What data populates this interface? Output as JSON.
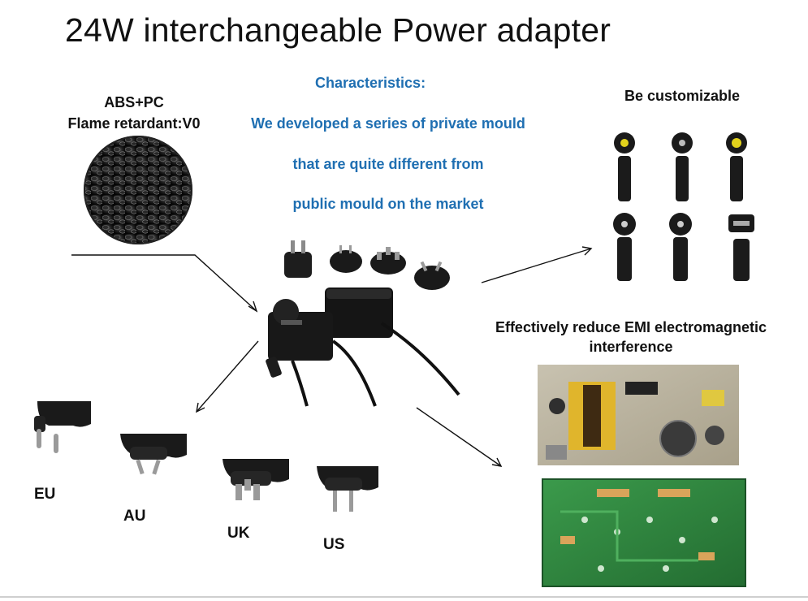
{
  "title": "24W interchangeable Power adapter",
  "material": {
    "line1": "ABS+PC",
    "line2": "Flame retardant:V0"
  },
  "characteristics": {
    "heading": "Characteristics:",
    "lines": [
      "We developed a series of private mould",
      "that are quite different from",
      "public mould on the market"
    ]
  },
  "customizable": "Be customizable",
  "emi": {
    "line1": "Effectively reduce EMI electromagnetic",
    "line2": "interference"
  },
  "plugs": [
    "EU",
    "AU",
    "UK",
    "US"
  ],
  "colors": {
    "text_blue": "#1f6fb2",
    "text_dark": "#111111",
    "pcb_green": "#2e8b3e",
    "adapter_black": "#1a1a1a"
  }
}
